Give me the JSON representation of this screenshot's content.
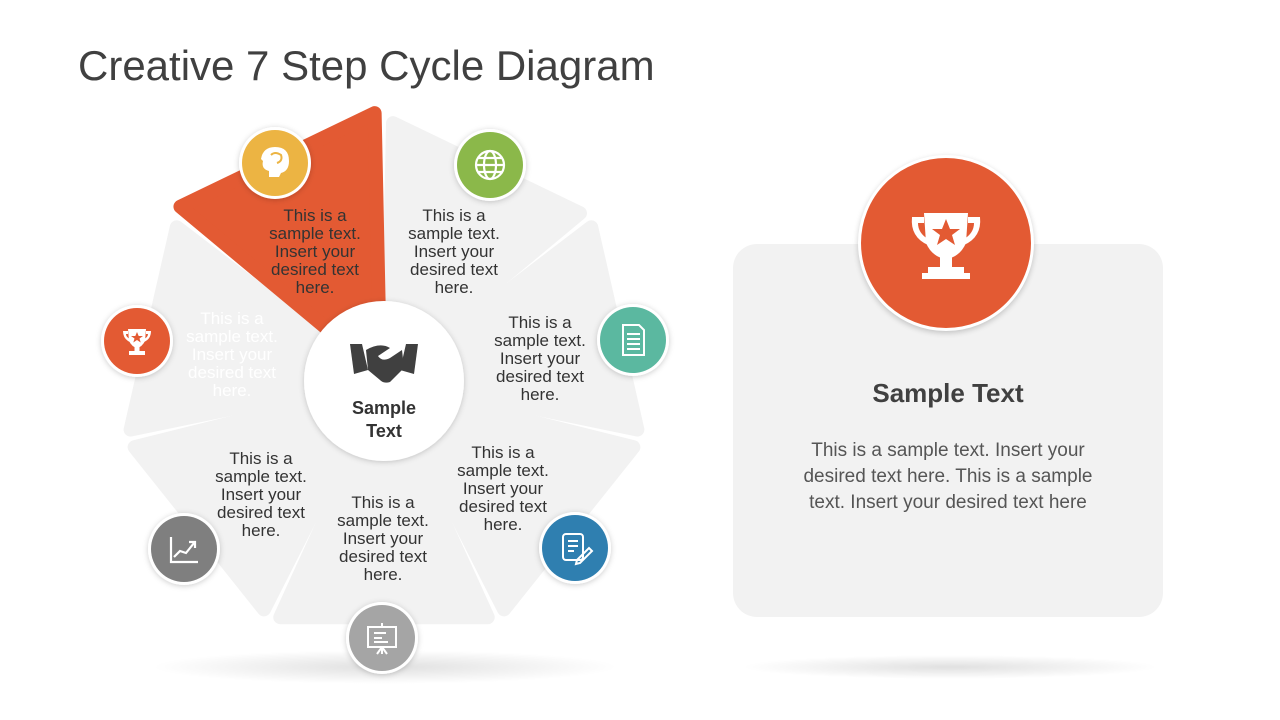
{
  "title": "Creative 7 Step Cycle Diagram",
  "colors": {
    "segment": "#f2f2f2",
    "active": "#e35a33",
    "text": "#333333"
  },
  "center": {
    "icon": "handshake-icon",
    "label": "Sample Text"
  },
  "segments": [
    {
      "text": "This is a sample text. Insert your desired text here.",
      "icon": "head-brain-icon",
      "color": "#ecb443",
      "active": false
    },
    {
      "text": "This is a sample text. Insert your desired text here.",
      "icon": "globe-icon",
      "color": "#8bb84a",
      "active": false
    },
    {
      "text": "This is a sample text. Insert your desired text here.",
      "icon": "document-icon",
      "color": "#5bb8a0",
      "active": false
    },
    {
      "text": "This is a sample text. Insert your desired text here.",
      "icon": "edit-document-icon",
      "color": "#2f7fb0",
      "active": false
    },
    {
      "text": "This is a sample text. Insert your desired text here.",
      "icon": "presentation-board-icon",
      "color": "#a5a5a5",
      "active": false
    },
    {
      "text": "This is a sample text. Insert your desired text here.",
      "icon": "growth-chart-icon",
      "color": "#7f7f7f",
      "active": false
    },
    {
      "text": "This is a sample text. Insert your desired text here.",
      "icon": "trophy-icon",
      "color": "#e35a33",
      "active": true
    }
  ],
  "panel": {
    "icon": "trophy-icon",
    "title": "Sample Text",
    "body": "This is a sample text.  Insert your desired text here. This is a sample text.  Insert your desired text here"
  }
}
